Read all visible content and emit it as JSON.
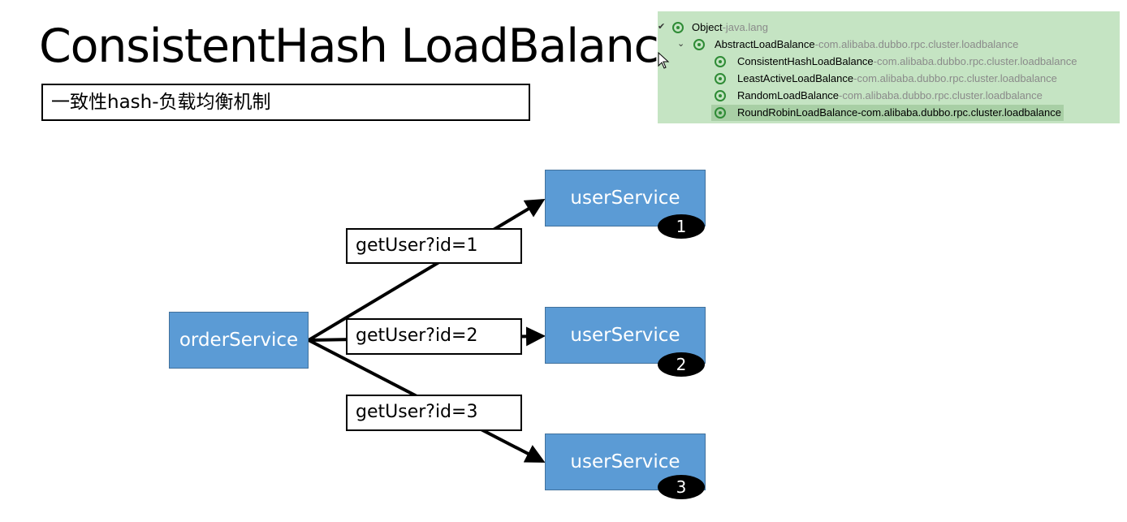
{
  "title": "ConsistentHash LoadBalance",
  "subtitle": "一致性hash-负载均衡机制",
  "tree": {
    "rows": [
      {
        "name": "Object",
        "pkg": "java.lang"
      },
      {
        "name": "AbstractLoadBalance",
        "pkg": "com.alibaba.dubbo.rpc.cluster.loadbalance"
      },
      {
        "name": "ConsistentHashLoadBalance",
        "pkg": "com.alibaba.dubbo.rpc.cluster.loadbalance"
      },
      {
        "name": "LeastActiveLoadBalance",
        "pkg": "com.alibaba.dubbo.rpc.cluster.loadbalance"
      },
      {
        "name": "RandomLoadBalance",
        "pkg": "com.alibaba.dubbo.rpc.cluster.loadbalance"
      },
      {
        "name": "RoundRobinLoadBalance",
        "pkg": "com.alibaba.dubbo.rpc.cluster.loadbalance"
      }
    ],
    "separator": " - "
  },
  "diagram": {
    "source": "orderService",
    "targets": [
      {
        "label": "userService",
        "badge": "1"
      },
      {
        "label": "userService",
        "badge": "2"
      },
      {
        "label": "userService",
        "badge": "3"
      }
    ],
    "requests": [
      "getUser?id=1",
      "getUser?id=2",
      "getUser?id=3"
    ]
  },
  "colors": {
    "box_fill": "#5b9bd5",
    "tree_bg": "#c5e4c3",
    "class_icon": "#2e8b35"
  }
}
